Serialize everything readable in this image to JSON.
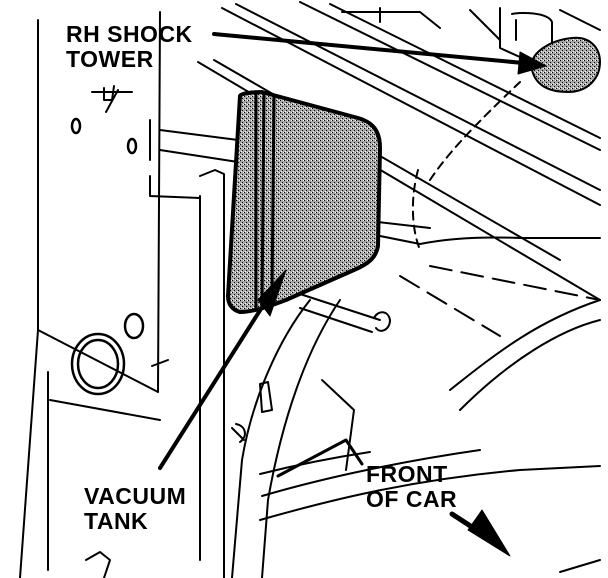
{
  "labels": {
    "shock_tower_line1": "RH SHOCK",
    "shock_tower_line2": "TOWER",
    "vacuum_tank_line1": "VACUUM",
    "vacuum_tank_line2": "TANK",
    "front_line1": "FRONT",
    "front_line2": "OF CAR"
  },
  "colors": {
    "ink": "#000000",
    "paper": "#ffffff",
    "stipple": "#8a8a8a"
  }
}
